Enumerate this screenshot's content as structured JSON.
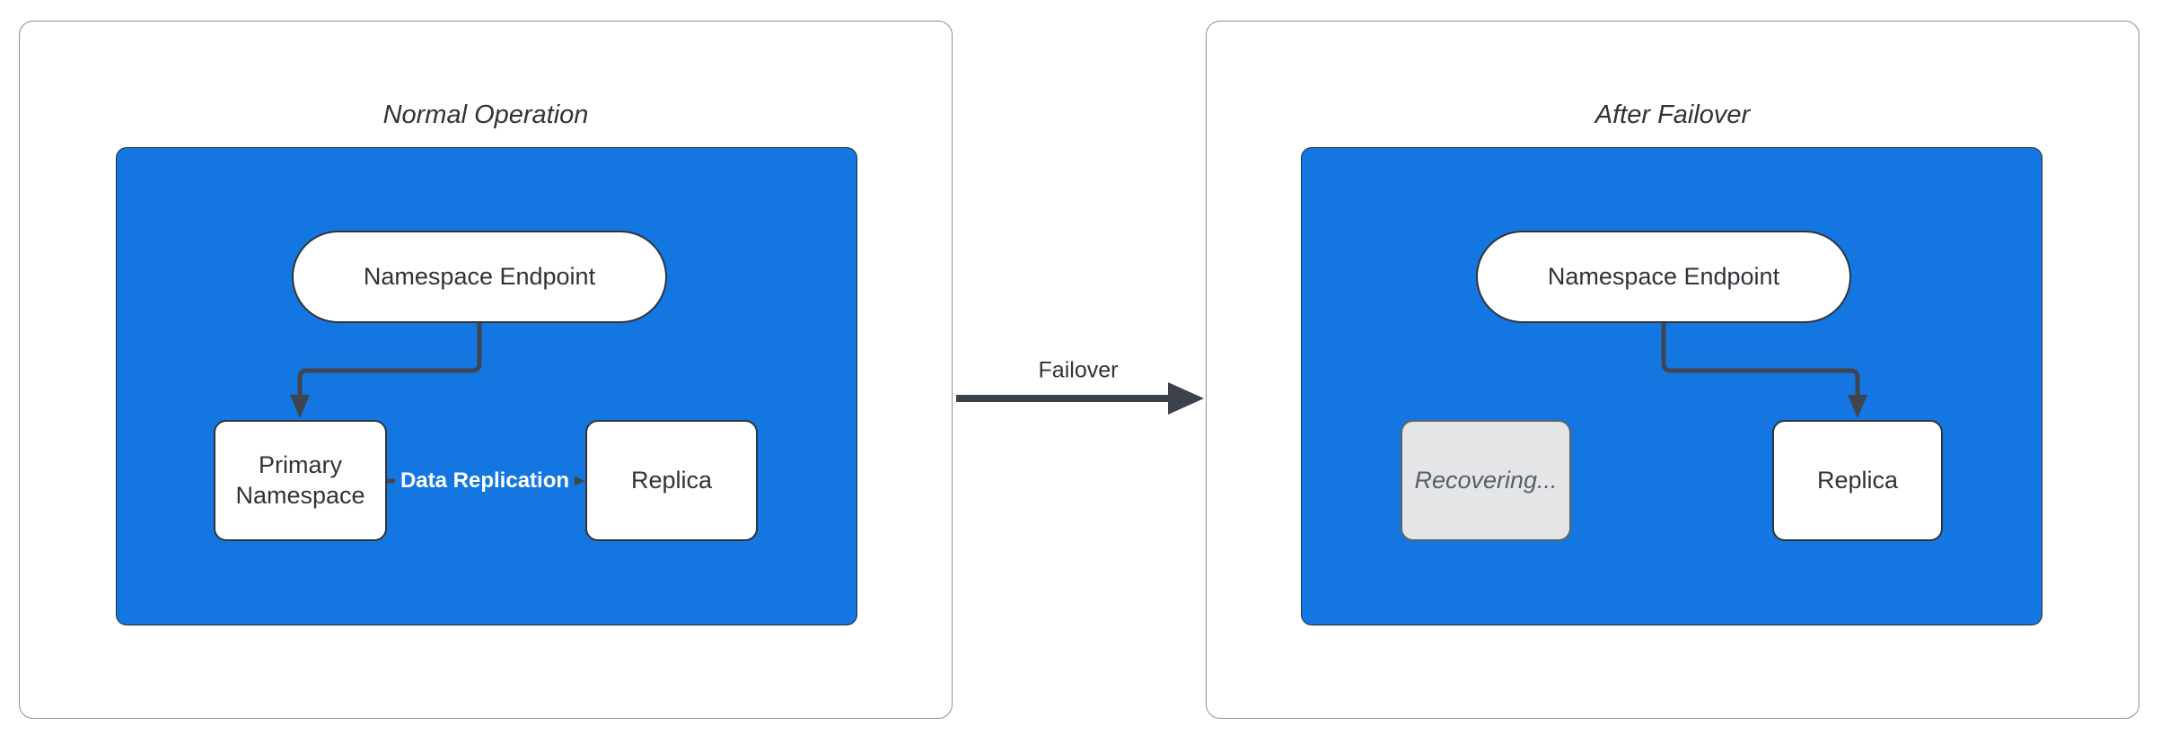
{
  "diagram": {
    "left_panel": {
      "title": "Normal Operation",
      "endpoint_label": "Namespace Endpoint",
      "primary_label": "Primary Namespace",
      "replica_label": "Replica",
      "replication_edge_label": "Data Replication"
    },
    "failover_edge_label": "Failover",
    "right_panel": {
      "title": "After Failover",
      "endpoint_label": "Namespace Endpoint",
      "recovering_label": "Recovering...",
      "replica_label": "Replica"
    }
  },
  "colors": {
    "container_fill": "#1476e0",
    "node_fill": "#ffffff",
    "node_border": "#30343a",
    "recovering_fill": "#e4e5e7",
    "recovering_text": "#5a5e66",
    "edge_stroke": "#3f454e",
    "edge_label_text": "#ffffff",
    "panel_border": "#8f8f8f",
    "title_text": "#333333"
  }
}
